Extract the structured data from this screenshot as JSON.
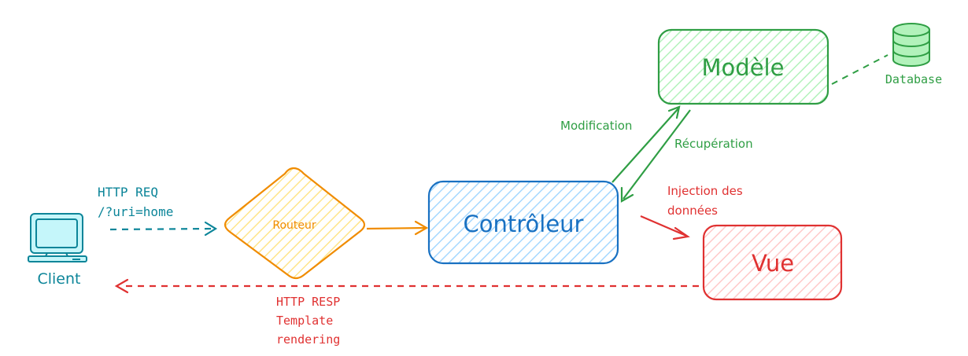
{
  "nodes": {
    "client": {
      "label": "Client",
      "icon": "computer-icon",
      "color": "#0c8599"
    },
    "router": {
      "label": "Routeur",
      "color": "#f08c00",
      "fill": "#ffec99"
    },
    "controller": {
      "label": "Contrôleur",
      "color": "#1971c2",
      "fill": "#a5d8ff"
    },
    "model": {
      "label": "Modèle",
      "color": "#2f9e44",
      "fill": "#b2f2bb"
    },
    "view": {
      "label": "Vue",
      "color": "#e03131",
      "fill": "#ffc9c9"
    },
    "database": {
      "label": "Database",
      "icon": "database-icon",
      "color": "#2f9e44"
    }
  },
  "edges": {
    "http_request": {
      "lines": [
        "HTTP REQ",
        "/?uri=home"
      ],
      "color": "#0c8599"
    },
    "modification": {
      "label": "Modification",
      "color": "#2f9e44"
    },
    "recuperation": {
      "label": "Récupération",
      "color": "#2f9e44"
    },
    "injection": {
      "lines": [
        "Injection des",
        "données"
      ],
      "color": "#e03131"
    },
    "http_response": {
      "lines": [
        "HTTP RESP",
        "Template",
        "rendering"
      ],
      "color": "#e03131"
    }
  }
}
